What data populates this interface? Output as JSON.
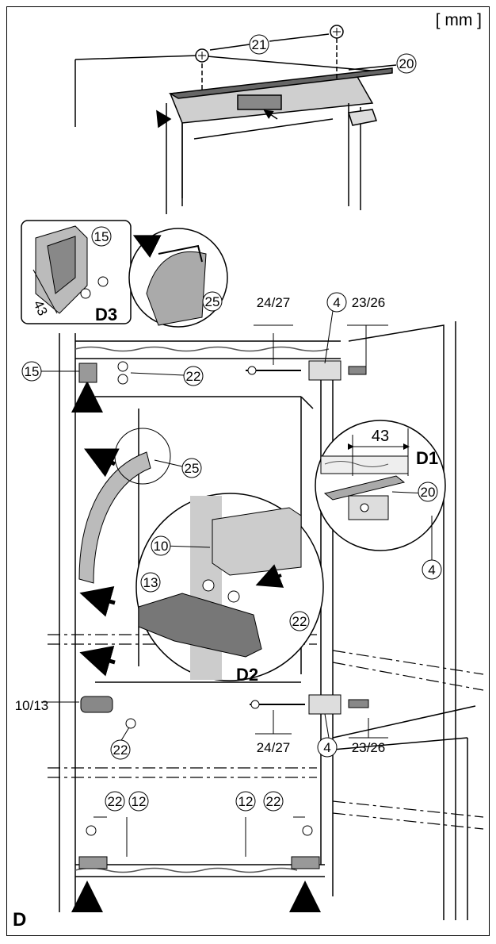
{
  "figure": {
    "unit_label": "[ mm ]",
    "sheet_label": "D"
  },
  "details": {
    "d1": {
      "label": "D1",
      "dimension": "43"
    },
    "d2": {
      "label": "D2"
    },
    "d3": {
      "label": "D3",
      "dimension": "43"
    }
  },
  "callouts": {
    "p21": "21",
    "p20_top": "20",
    "p15_detail": "15",
    "p25_detail": "25",
    "p24_27_top": "24/27",
    "p4_top": "4",
    "p23_26_top": "23/26",
    "p15": "15",
    "p22_top": "22",
    "p25": "25",
    "p20_d1": "20",
    "p4_d1": "4",
    "p10_d2": "10",
    "p13_d2": "13",
    "p22_d2": "22",
    "p10_13_mid": "10/13",
    "p22_mid": "22",
    "p24_27_mid": "24/27",
    "p4_mid": "4",
    "p23_26_mid": "23/26",
    "p22_bl": "22",
    "p12_bl": "12",
    "p12_br": "12",
    "p22_br": "22"
  }
}
